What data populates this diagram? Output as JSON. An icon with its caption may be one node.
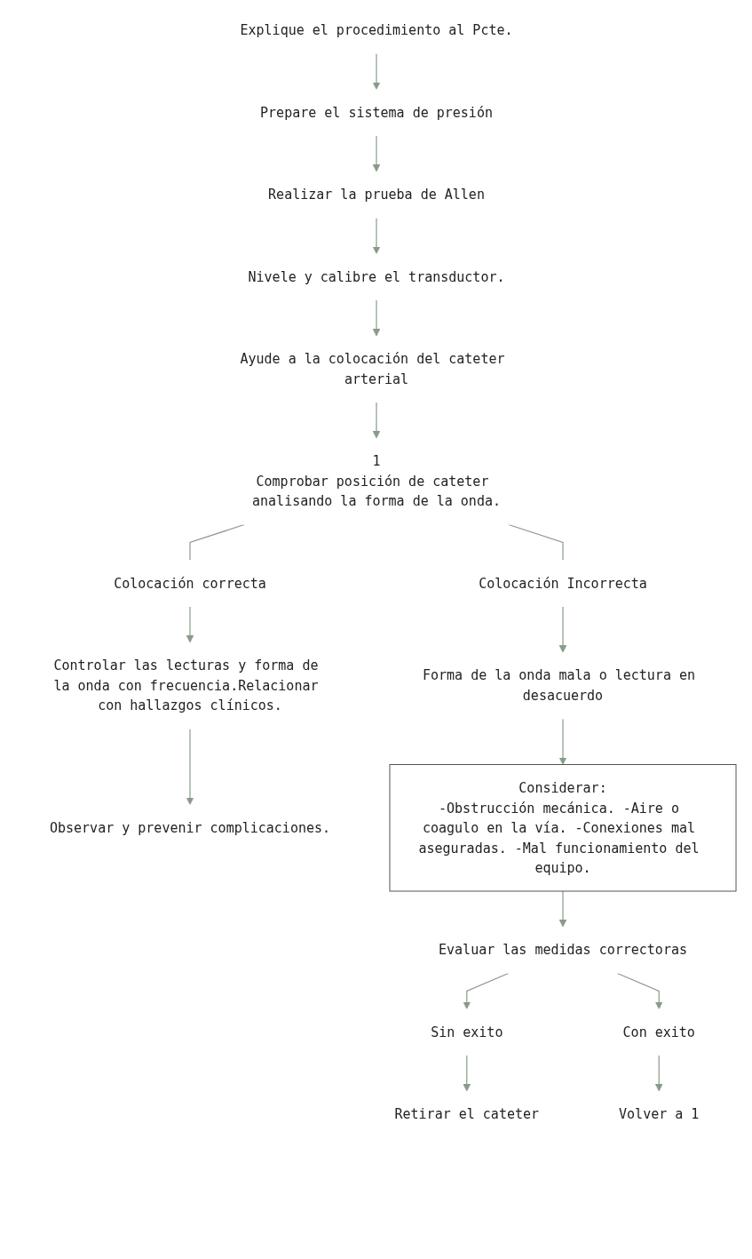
{
  "diagram": {
    "nodes": [
      {
        "text": [
          "Explique el procedimiento al Pcte."
        ]
      },
      {
        "text": [
          "Prepare el sistema de presión"
        ]
      },
      {
        "text": [
          "Realizar la prueba de Allen"
        ]
      },
      {
        "text": [
          "Nivele y calibre el transductor."
        ]
      },
      {
        "text": [
          "Ayude a la colocación del cateter arterial"
        ]
      },
      {
        "text": [
          "1",
          "Comprobar posición de cateter analisando la forma de la onda."
        ]
      },
      {
        "text": [
          "Colocación correcta"
        ]
      },
      {
        "text": [
          "Colocación Incorrecta"
        ]
      },
      {
        "text": [
          "Controlar las lecturas y forma de la onda con frecuencia.Relacionar con hallazgos clínicos."
        ]
      },
      {
        "text": [
          "Observar y prevenir complicaciones."
        ]
      },
      {
        "text": [
          "Forma de la onda mala o lectura en desacuerdo"
        ]
      },
      {
        "text": [
          "Considerar:",
          "-Obstrucción mecánica. -Aire o coagulo en la vía. -Conexiones mal aseguradas. -Mal funcionamiento del equipo."
        ]
      },
      {
        "text": [
          "Evaluar las medidas correctoras"
        ]
      },
      {
        "text": [
          "Sin exito"
        ]
      },
      {
        "text": [
          "Con exito"
        ]
      },
      {
        "text": [
          "Retirar el cateter"
        ]
      },
      {
        "text": [
          "Volver a 1"
        ]
      }
    ],
    "edges": [
      {
        "from": 0,
        "to": 1,
        "arrow": "to"
      },
      {
        "from": 1,
        "to": 2,
        "arrow": "to"
      },
      {
        "from": 2,
        "to": 3,
        "arrow": "to"
      },
      {
        "from": 3,
        "to": 4,
        "arrow": "to"
      },
      {
        "from": 4,
        "to": 5,
        "arrow": "to"
      },
      {
        "from": 5,
        "to": 6,
        "arrow": "none"
      },
      {
        "from": 5,
        "to": 7,
        "arrow": "none"
      },
      {
        "from": 6,
        "to": 8,
        "arrow": "to"
      },
      {
        "from": 8,
        "to": 9,
        "arrow": "to"
      },
      {
        "from": 7,
        "to": 10,
        "arrow": "to"
      },
      {
        "from": 10,
        "to": 11,
        "arrow": "to"
      },
      {
        "from": 11,
        "to": 12,
        "arrow": "to"
      },
      {
        "from": 12,
        "to": 13,
        "arrow": "to"
      },
      {
        "from": 12,
        "to": 14,
        "arrow": "to"
      },
      {
        "from": 13,
        "to": 15,
        "arrow": "to"
      },
      {
        "from": 14,
        "to": 16,
        "arrow": "to"
      }
    ]
  }
}
